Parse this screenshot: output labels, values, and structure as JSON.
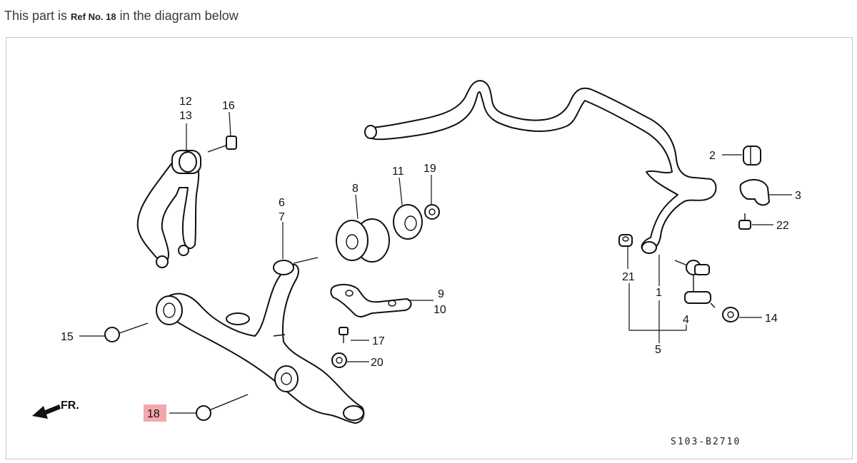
{
  "caption": {
    "prefix": "This part is ",
    "ref": "Ref No. 18",
    "suffix": " in the diagram below"
  },
  "diagram": {
    "code": "S103-B2710",
    "front_marker": "FR.",
    "highlight_color": "#f2a7ad",
    "labels": {
      "l1": "1",
      "l2": "2",
      "l3": "3",
      "l4": "4",
      "l5": "5",
      "l6": "6",
      "l7": "7",
      "l8": "8",
      "l9": "9",
      "l10": "10",
      "l11": "11",
      "l12": "12",
      "l13": "13",
      "l14": "14",
      "l15": "15",
      "l16": "16",
      "l17": "17",
      "l18": "18",
      "l19": "19",
      "l20": "20",
      "l21": "21",
      "l22": "22"
    }
  }
}
